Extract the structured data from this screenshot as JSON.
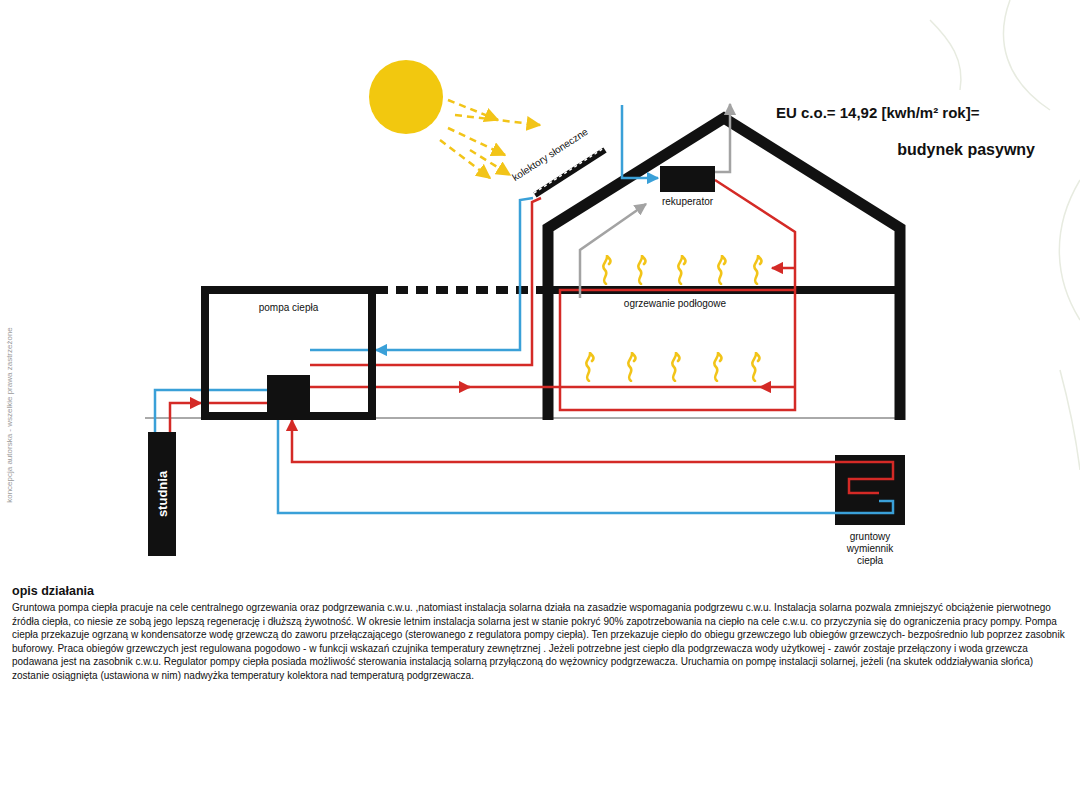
{
  "diagram": {
    "nodes": [
      {
        "text": [
          "kolektory słoneczne"
        ]
      },
      {
        "text": [
          "rekuperator"
        ]
      },
      {
        "text": [
          "pompa ciepła"
        ]
      },
      {
        "text": [
          "studnia"
        ]
      },
      {
        "text": [
          "gruntowy wymiennik ciepła"
        ]
      }
    ],
    "edges": [
      {
        "from": 3,
        "to": 2,
        "arrow": "to"
      },
      {
        "from": 2,
        "to": 3,
        "arrow": "none"
      },
      {
        "from": 4,
        "to": 2,
        "arrow": "to"
      },
      {
        "from": 2,
        "to": 4,
        "arrow": "none"
      },
      {
        "from": 0,
        "to": 2,
        "arrow": "to"
      },
      {
        "from": 2,
        "to": 0,
        "arrow": "none"
      }
    ],
    "labels": [
      "EU c.o.= 14,92 [kwh/m² rok]=",
      "budynek pasywny",
      "ogrzewanie podłogowe",
      "opis działania",
      "Gruntowa pompa ciepła pracuje na cele centralnego ogrzewania oraz podgrzewania c.w.u.  ,natomiast instalacja solarna działa na zasadzie wspomagania podgrzewu c.w.u. Instalacja solarna pozwala zmniejszyć obciążenie pierwotnego źródła ciepła, co niesie ze sobą jego lepszą regenerację i dłuższą żywotność. W okresie letnim instalacja solarna jest w stanie pokryć  90% zapotrzebowania na ciepło na cele c.w.u. co przyczynia się do ograniczenia pracy pompy. Pompa ciepła przekazuje ogrzaną w kondensatorze wodę grzewczą do zaworu przełączającego (sterowanego z regulatora pompy ciepła). Ten przekazuje ciepło do obiegu grzewczego lub obiegów grzewczych- bezpośrednio lub poprzez zasobnik buforowy. Praca obiegów grzewczych jest regulowana pogodowo - w funkcji wskazań czujnika temperatury zewnętrznej . Jeżeli potrzebne jest ciepło dla podgrzewacza wody użytkowej  - zawór zostaje przełączony i woda grzewcza podawana jest na zasobnik c.w.u. Regulator pompy ciepła posiada możliwość sterowania instalacją solarną przyłączoną do wężownicy podgrzewacza. Uruchamia on pompę instalacji solarnej, jeżeli (na skutek oddziaływania słońca) zostanie osiągnięta (ustawiona w nim) nadwyżka temperatury kolektora nad temperaturą podgrzewacza.",
      "koncepcja autorska - wszelkie prawa zastrzeżone"
    ]
  }
}
